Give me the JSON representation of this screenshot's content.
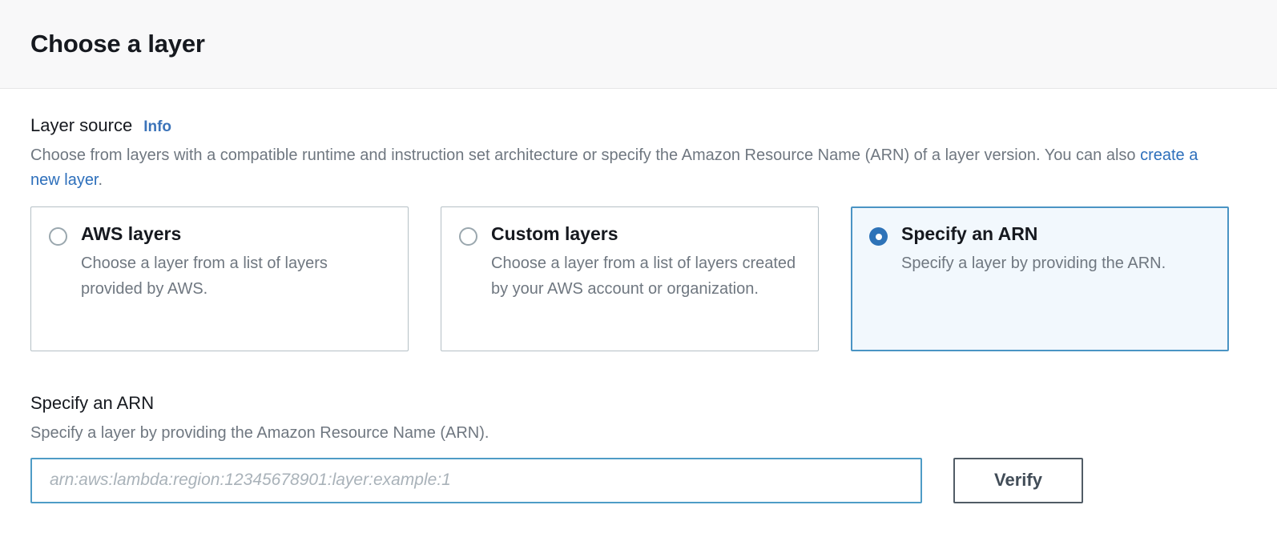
{
  "dialog": {
    "title": "Choose a layer"
  },
  "layer_source": {
    "label": "Layer source",
    "info_label": "Info",
    "description_part1": "Choose from layers with a compatible runtime and instruction set architecture or specify the Amazon Resource Name (ARN) of a layer version. You can also ",
    "description_link": "create a new layer",
    "description_part2": ".",
    "options": [
      {
        "title": "AWS layers",
        "description": "Choose a layer from a list of layers provided by AWS.",
        "selected": false
      },
      {
        "title": "Custom layers",
        "description": "Choose a layer from a list of layers created by your AWS account or organization.",
        "selected": false
      },
      {
        "title": "Specify an ARN",
        "description": "Specify a layer by providing the ARN.",
        "selected": true
      }
    ]
  },
  "arn_section": {
    "heading": "Specify an ARN",
    "description": "Specify a layer by providing the Amazon Resource Name (ARN).",
    "input_value": "",
    "input_placeholder": "arn:aws:lambda:region:12345678901:layer:example:1",
    "verify_label": "Verify"
  },
  "colors": {
    "accent_blue": "#2e73b8",
    "link_blue": "#2d6fbb",
    "selected_border": "#4a94c4",
    "selected_background": "#f2f8fd",
    "input_border": "#4e9cc6",
    "card_border": "#b5c0c6",
    "header_background": "#f8f8f9",
    "muted_text": "#6f7780"
  }
}
